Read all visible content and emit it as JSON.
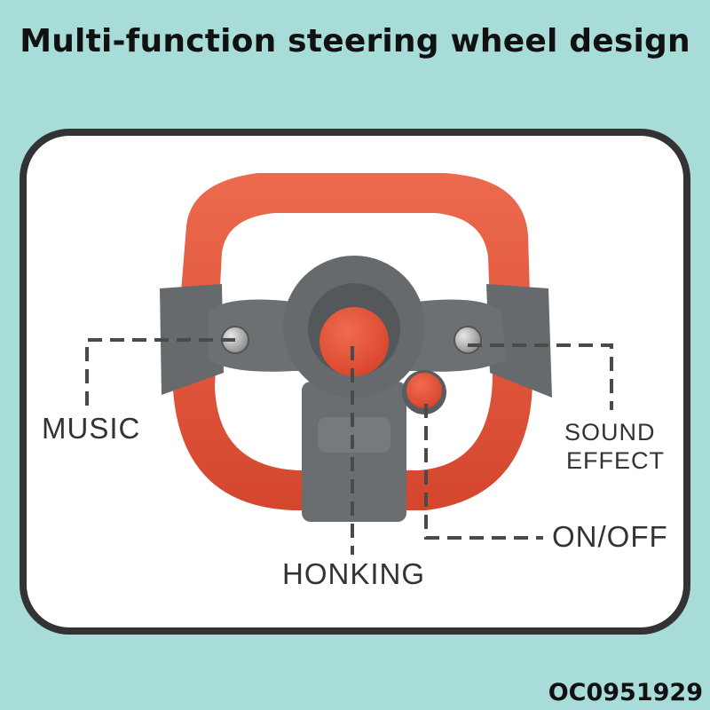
{
  "title": "Multi-function steering wheel design",
  "labels": {
    "music": "MUSIC",
    "sound_line1": "SOUND",
    "sound_line2": "EFFECT",
    "on_off": "ON/OFF",
    "honking": "HONKING"
  },
  "product_code": "OC0951929",
  "colors": {
    "background": "#a8dcd9",
    "wheel_rim": "#e0543a",
    "wheel_hub": "#6b6e70",
    "button": "#e0543a",
    "outline": "#333333"
  }
}
